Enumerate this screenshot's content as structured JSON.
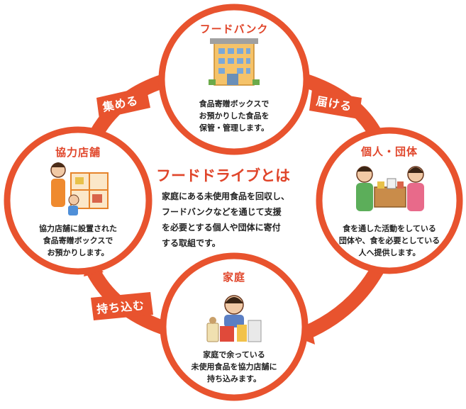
{
  "center": {
    "title": "フードドライブとは",
    "lines": [
      "家庭にある未使用食品を回収し、",
      "フードバンクなどを通じて支援",
      "を必要とする個人や団体に寄付",
      "する取組です。"
    ]
  },
  "nodes": {
    "foodbank": {
      "title": "フードバンク",
      "lines": [
        "食品寄贈ボックスで",
        "お預かりした食品を",
        "保管・管理します。"
      ]
    },
    "individuals": {
      "title": "個人・団体",
      "lines": [
        "食を通した活動をしている",
        "団体や、食を必要としている",
        "人へ提供します。"
      ]
    },
    "household": {
      "title": "家庭",
      "lines": [
        "家庭で余っている",
        "未使用食品を協力店舗に",
        "持ち込みます。"
      ]
    },
    "store": {
      "title": "協力店舗",
      "lines": [
        "協力店舗に設置された",
        "食品寄贈ボックスで",
        "お預かりします。"
      ]
    }
  },
  "steps": {
    "collect": "集める",
    "deliver": "届ける",
    "bring": "持ち込む"
  },
  "colors": {
    "accent": "#e0452a",
    "ring": "#e8532e",
    "ring_light": "#f0a085",
    "circle_fill": "#ffffff"
  }
}
